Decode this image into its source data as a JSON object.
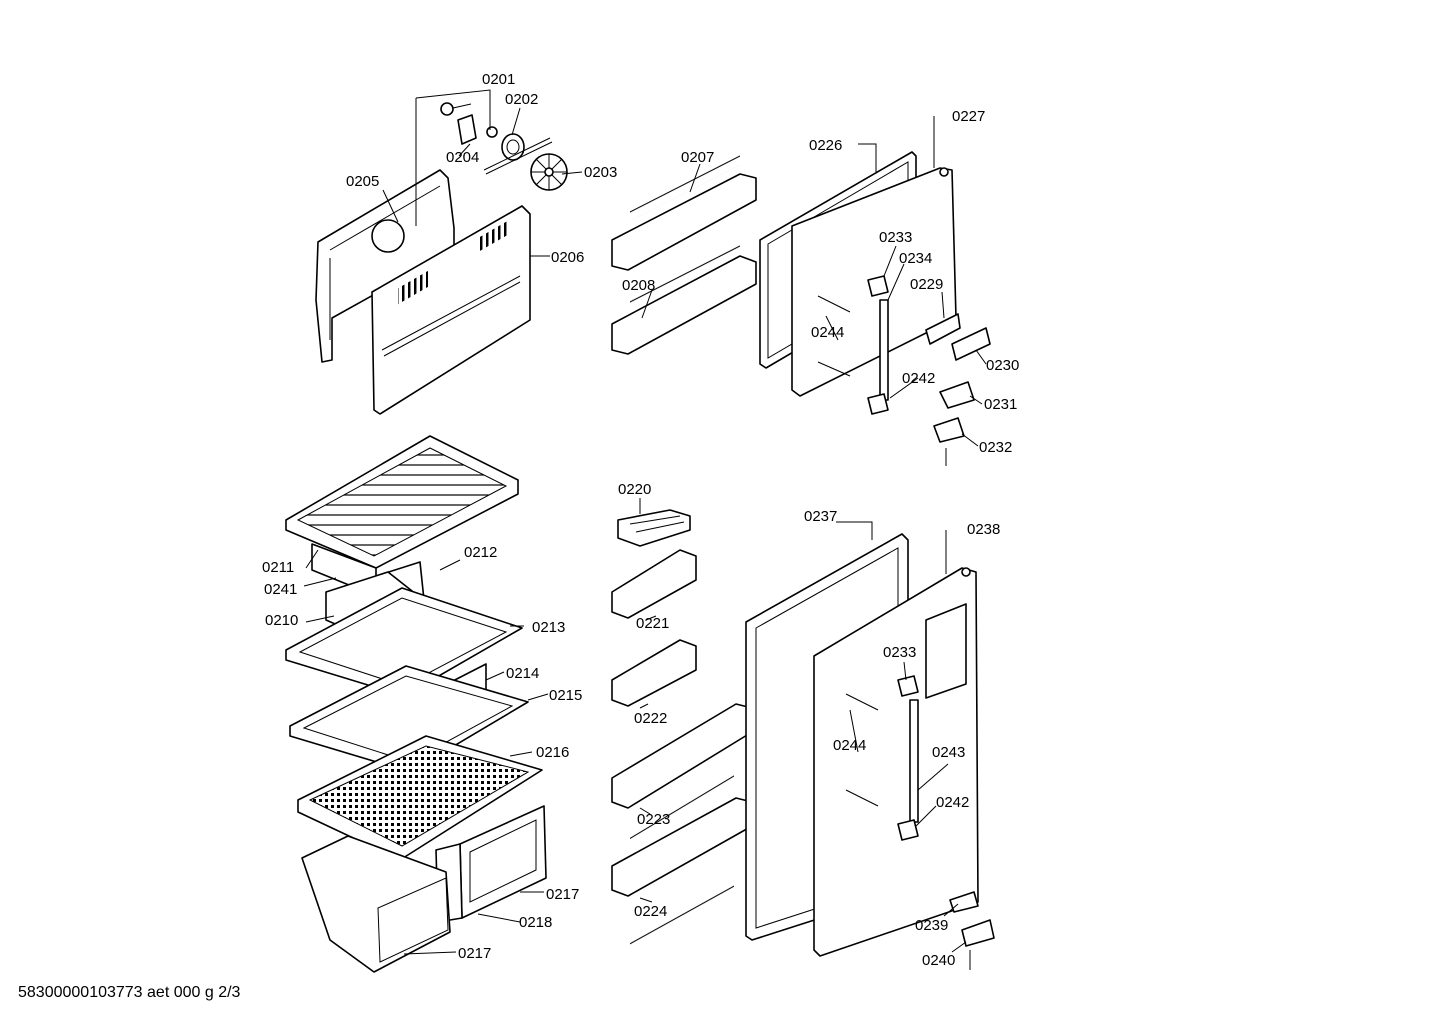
{
  "document": {
    "footer": "58300000103773 aet 000 g 2/3"
  },
  "labels": {
    "p0201": "0201",
    "p0202": "0202",
    "p0203": "0203",
    "p0204": "0204",
    "p0205": "0205",
    "p0206": "0206",
    "p0207": "0207",
    "p0208": "0208",
    "p0210": "0210",
    "p0211": "0211",
    "p0212": "0212",
    "p0213": "0213",
    "p0214": "0214",
    "p0215": "0215",
    "p0216": "0216",
    "p0217a": "0217",
    "p0217b": "0217",
    "p0218": "0218",
    "p0220": "0220",
    "p0221": "0221",
    "p0222": "0222",
    "p0223": "0223",
    "p0224": "0224",
    "p0226": "0226",
    "p0227": "0227",
    "p0229": "0229",
    "p0230": "0230",
    "p0231": "0231",
    "p0232": "0232",
    "p0233a": "0233",
    "p0233b": "0233",
    "p0234": "0234",
    "p0237": "0237",
    "p0238": "0238",
    "p0239": "0239",
    "p0240": "0240",
    "p0241": "0241",
    "p0242a": "0242",
    "p0242b": "0242",
    "p0243": "0243",
    "p0244a": "0244",
    "p0244b": "0244"
  }
}
